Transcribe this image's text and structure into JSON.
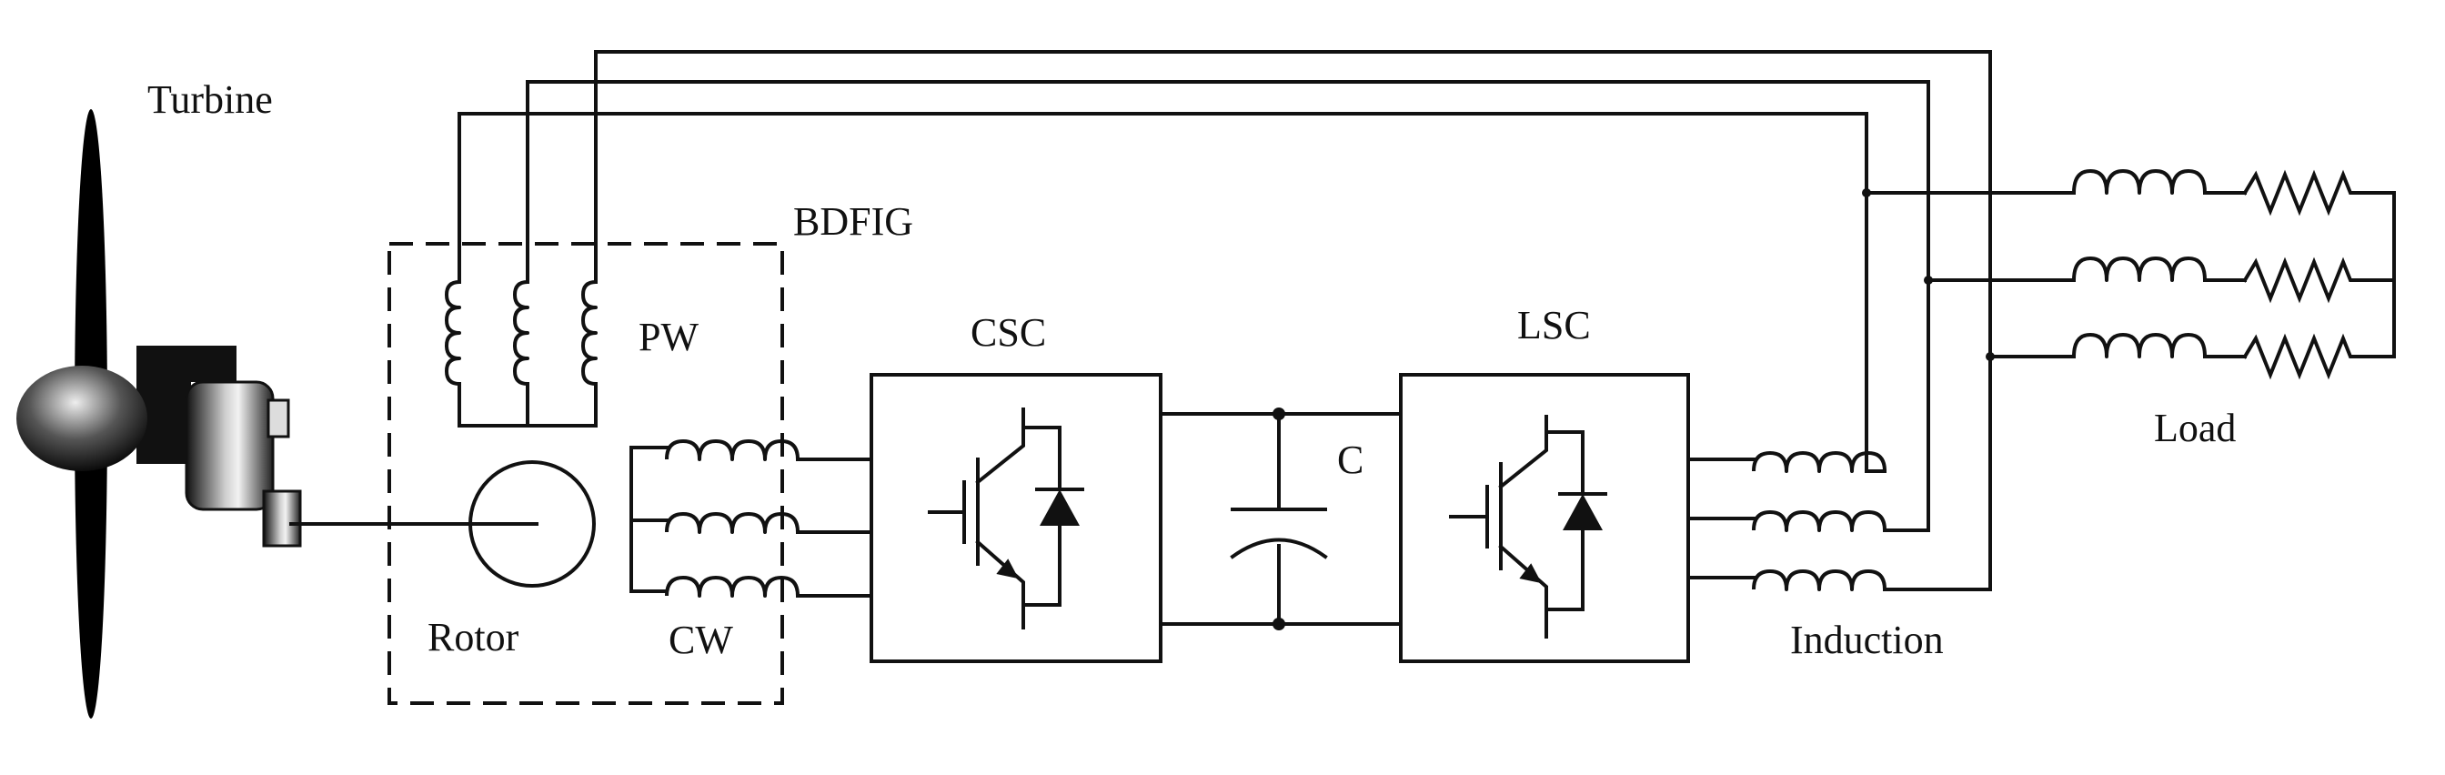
{
  "labels": {
    "turbine": "Turbine",
    "bdfig": "BDFIG",
    "pw": "PW",
    "cw": "CW",
    "rotor": "Rotor",
    "csc": "CSC",
    "lsc": "LSC",
    "capacitor": "C",
    "induction": "Induction",
    "load": "Load"
  },
  "colors": {
    "ink": "#111111",
    "background": "#ffffff"
  }
}
